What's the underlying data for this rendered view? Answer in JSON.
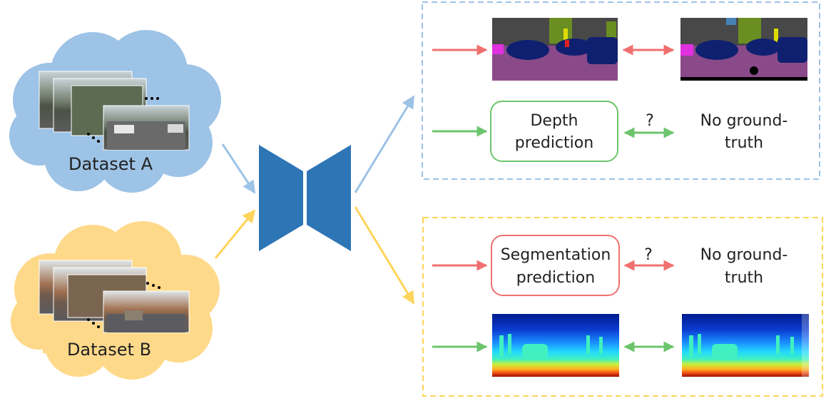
{
  "clouds": {
    "a": {
      "label": "Dataset A",
      "fill": "#9dc3e6"
    },
    "b": {
      "label": "Dataset B",
      "fill": "#ffd98a"
    }
  },
  "network": {
    "fill": "#2e75b6"
  },
  "panel_a": {
    "border": "#9dc3e6",
    "rows": [
      {
        "type": "image-pair",
        "content": "segmentation-maps",
        "arrow_color": "#f07070"
      },
      {
        "type": "text-pair",
        "left": [
          "Depth",
          "prediction"
        ],
        "link": "?",
        "right": [
          "No ground-",
          "truth"
        ],
        "arrow_color": "#6cc56c",
        "box_border": "#6cc56c"
      }
    ]
  },
  "panel_b": {
    "border": "#ffd45a",
    "rows": [
      {
        "type": "text-pair",
        "left": [
          "Segmentation",
          "prediction"
        ],
        "link": "?",
        "right": [
          "No ground-",
          "truth"
        ],
        "arrow_color": "#f07070",
        "box_border": "#f07070"
      },
      {
        "type": "image-pair",
        "content": "depth-maps",
        "arrow_color": "#6cc56c"
      }
    ]
  }
}
